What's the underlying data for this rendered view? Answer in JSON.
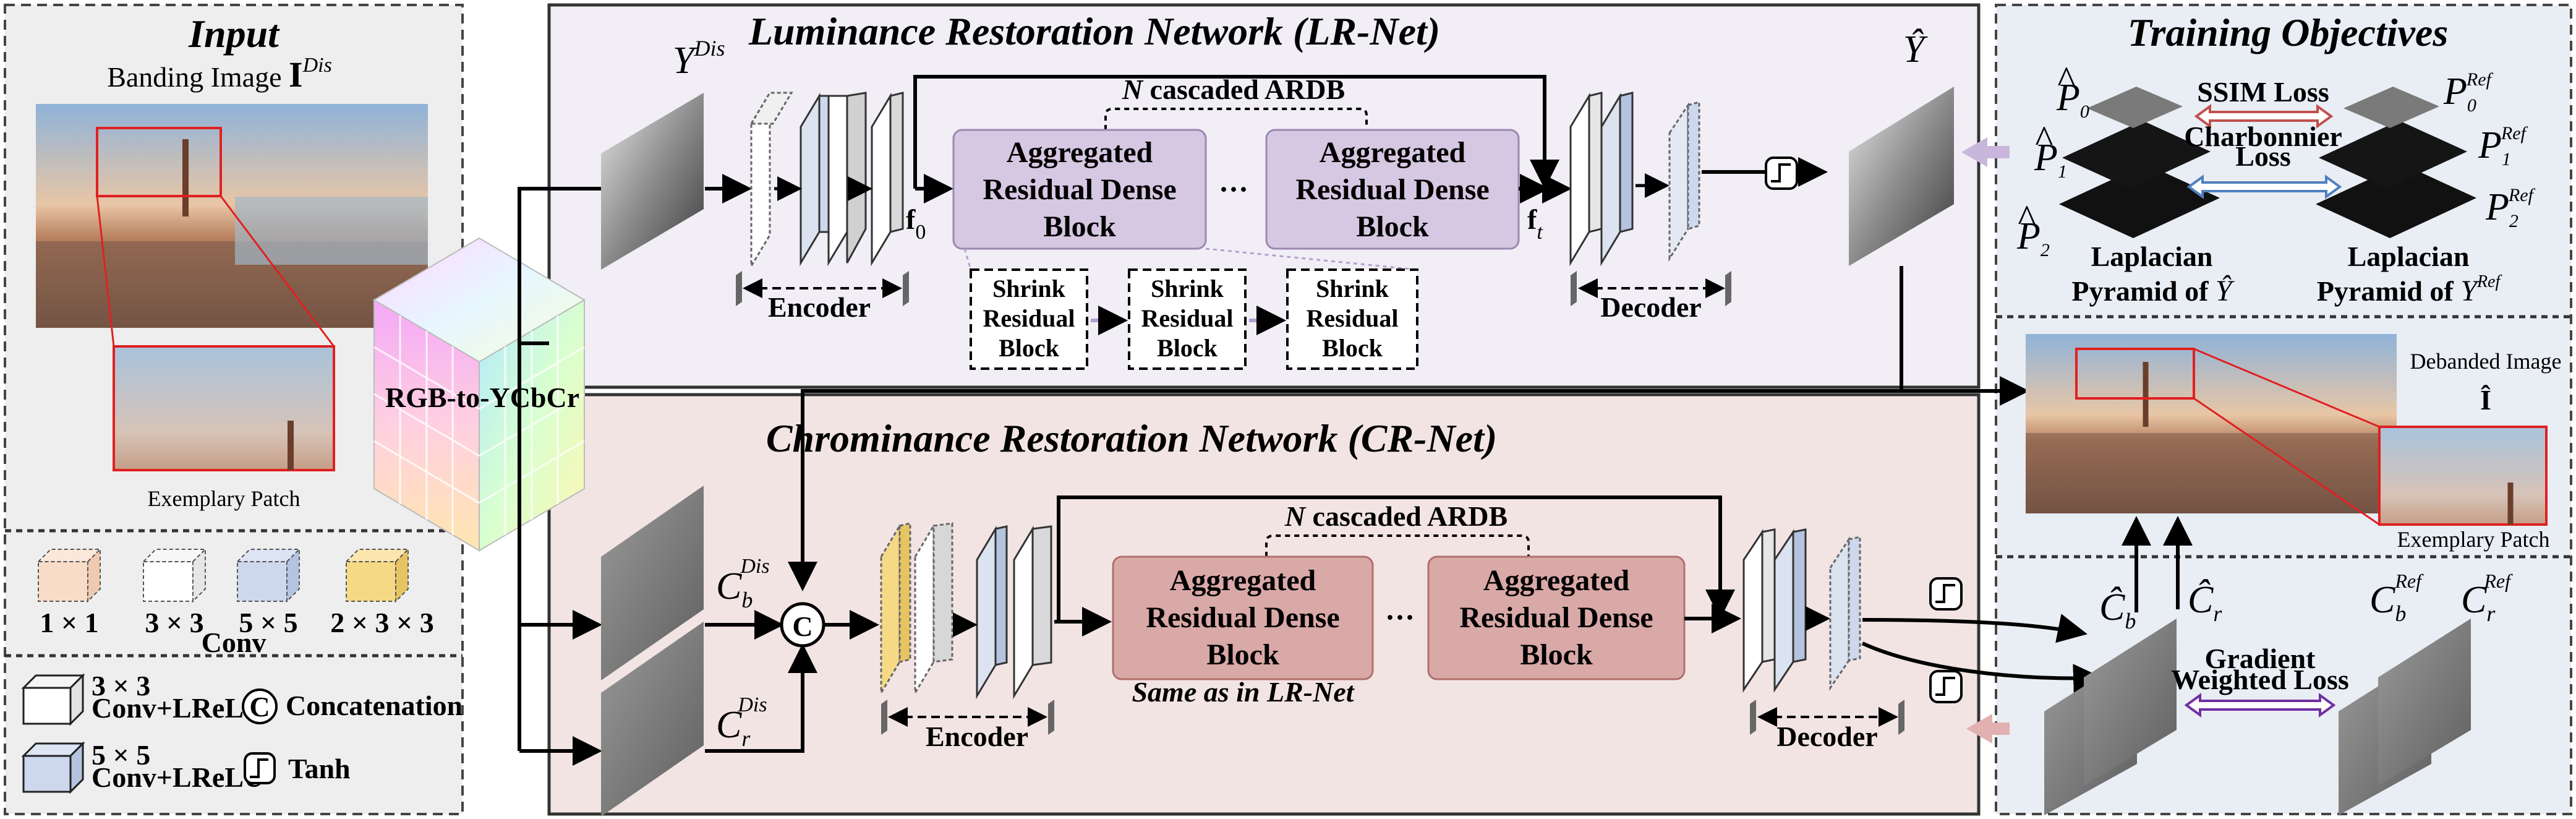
{
  "panels": {
    "input": {
      "title": "Input",
      "subtitle": "Banding Image",
      "symbol": "I",
      "sup": "Dis",
      "patch_label": "Exemplary Patch"
    },
    "lr_net": {
      "title": "Luminance Restoration Network (LR-Net)"
    },
    "cr_net": {
      "title": "Chrominance Restoration Network (CR-Net)"
    },
    "training": {
      "title": "Training Objectives"
    }
  },
  "rgb_to_ycbcr": "RGB-to-YCbCr",
  "lr": {
    "input_symbol": "Y",
    "input_sup": "Dis",
    "output_symbol": "Ŷ",
    "encoder": "Encoder",
    "decoder": "Decoder",
    "f0": "f",
    "f0_sub": "0",
    "ft": "f",
    "ft_sub": "t",
    "cascade_n": "N",
    "cascade_text": "cascaded ARDB",
    "ardb1": [
      "Aggregated",
      "Residual Dense",
      "Block"
    ],
    "ardb2": [
      "Aggregated",
      "Residual Dense",
      "Block"
    ],
    "dots": "···",
    "srb": [
      [
        "Shrink",
        "Residual",
        "Block"
      ],
      [
        "Shrink",
        "Residual",
        "Block"
      ],
      [
        "Shrink",
        "Residual",
        "Block"
      ]
    ]
  },
  "cr": {
    "cb_symbol": "C",
    "cb_sub": "b",
    "cb_sup": "Dis",
    "cr_symbol": "C",
    "cr_sub": "r",
    "cr_sup": "Dis",
    "concat_symbol": "C",
    "encoder": "Encoder",
    "decoder": "Decoder",
    "cascade_n": "N",
    "cascade_text": "cascaded ARDB",
    "ardb1": [
      "Aggregated",
      "Residual Dense",
      "Block"
    ],
    "ardb2": [
      "Aggregated",
      "Residual Dense",
      "Block"
    ],
    "dots": "···",
    "same_note": "Same as in LR-Net"
  },
  "legend": {
    "kernels": [
      "1 × 1",
      "3 × 3",
      "5 × 5",
      "2 × 3 × 3"
    ],
    "conv_label": "Conv",
    "item1_size": "3 × 3",
    "item1_desc": "Conv+LReLU",
    "item2_size": "5 × 5",
    "item2_desc": "Conv+LReLU",
    "concat_label": "Concatenation",
    "tanh_label": "Tanh"
  },
  "training": {
    "p0": "P",
    "p0_sub": "0",
    "p1": "P",
    "p1_sub": "1",
    "p2": "P",
    "p2_sub": "2",
    "pr0_sup": "Ref",
    "pr1_sup": "Ref",
    "pr2_sup": "Ref",
    "ssim": "SSIM Loss",
    "charbonnier": [
      "Charbonnier",
      "Loss"
    ],
    "lap_left": [
      "Laplacian",
      "Pyramid of"
    ],
    "lap_right": [
      "Laplacian",
      "Pyramid of"
    ],
    "lap_right_sym": "Y",
    "lap_right_sup": "Ref",
    "debanded": "Debanded Image",
    "debanded_symbol": "Î",
    "patch_label": "Exemplary Patch",
    "cb_hat": "Ĉ",
    "cb_hat_sub": "b",
    "cr_hat": "Ĉ",
    "cr_hat_sub": "r",
    "cb_ref": "C",
    "cb_ref_sub": "b",
    "cb_ref_sup": "Ref",
    "cr_ref": "C",
    "cr_ref_sub": "r",
    "cr_ref_sup": "Ref",
    "gradient_loss": [
      "Gradient",
      "Weighted Loss"
    ]
  },
  "colors": {
    "lr_bg": "#f1eef5",
    "cr_bg": "#f3e4e4",
    "side_bg": "#e9edf4",
    "ardb_lr": "#d6c7e2",
    "ardb_cr": "#d9a9a7",
    "ssim_arrow": "#c0504d",
    "charb_arrow": "#4f81bd",
    "grad_arrow": "#7030a0"
  }
}
